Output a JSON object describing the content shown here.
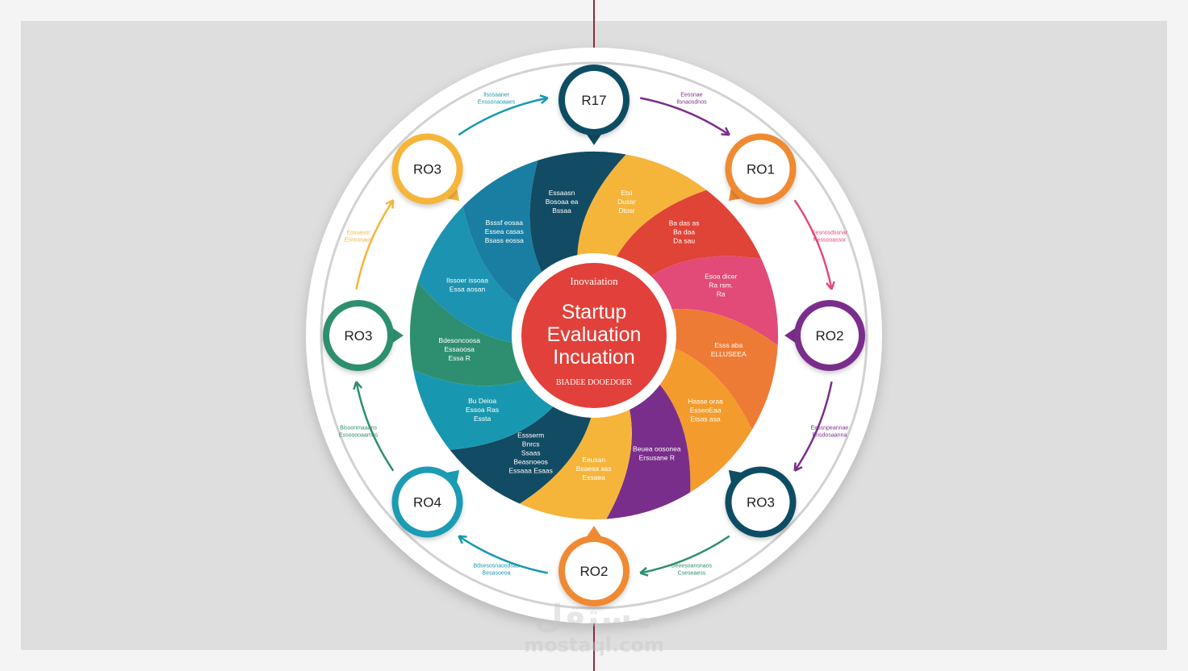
{
  "center": {
    "top_label": "Inovaiation",
    "title_lines": [
      "Startup",
      "Evaluation",
      "Incuation"
    ],
    "bottom_label": "BIADEE DOOEDOER"
  },
  "nodes": [
    {
      "label": "R17",
      "color": "#0f4d63"
    },
    {
      "label": "RO1",
      "color": "#ef8a32"
    },
    {
      "label": "RO2",
      "color": "#7a2e8b"
    },
    {
      "label": "RO3",
      "color": "#0f4d63"
    },
    {
      "label": "RO2",
      "color": "#ef8a32"
    },
    {
      "label": "RO4",
      "color": "#1a9bb4"
    },
    {
      "label": "RO3",
      "color": "#2e8f6f"
    },
    {
      "label": "RO3",
      "color": "#f5b53b"
    }
  ],
  "wedges": [
    {
      "color": "#f5b53b",
      "lines": [
        "Etsi",
        "Dusar",
        "Dtosr"
      ]
    },
    {
      "color": "#e04437",
      "lines": [
        "Ba das as",
        "Ba daa",
        "Da sau"
      ]
    },
    {
      "color": "#e24a78",
      "lines": [
        "Esoa dicer",
        "Ra rsm.",
        "Ra"
      ]
    },
    {
      "color": "#ee7b35",
      "lines": [
        "Esss aba",
        "ELLUSEEA"
      ]
    },
    {
      "color": "#f39c2d",
      "lines": [
        "Hasse oraa",
        "EsseoEaa",
        "Etsas asa"
      ]
    },
    {
      "color": "#7a2e8b",
      "lines": [
        "Beuea oosonea",
        "Ersusane R"
      ]
    },
    {
      "color": "#f5b53b",
      "lines": [
        "Eeusan",
        "Bsaesa ass",
        "Essaea"
      ]
    },
    {
      "color": "#124b64",
      "lines": [
        "Essserm",
        "Bnrcs",
        "Ssaas",
        "Beasnoeos",
        "Essaaa Esaas"
      ]
    },
    {
      "color": "#1898b0",
      "lines": [
        "Bu Deioa",
        "Essoa Ras",
        "Essta"
      ]
    },
    {
      "color": "#2e8f70",
      "lines": [
        "Bdesoncoosa",
        "Essaoosa",
        "Essa R"
      ]
    },
    {
      "color": "#1c93b0",
      "lines": [
        "Ilssoer issoaa",
        "Essa aosan"
      ]
    },
    {
      "color": "#1a7ea3",
      "lines": [
        "Bsssf eosaa",
        "Essea casas",
        "Bsass eossa"
      ]
    },
    {
      "color": "#124b64",
      "lines": [
        "Essaasn",
        "Bosoaa ea",
        "Bssaa"
      ]
    }
  ],
  "arrow_labels": [
    {
      "color": "#7a2e8b",
      "lines": [
        "Eessnae",
        "Ilsnaosdnos"
      ]
    },
    {
      "color": "#e24a78",
      "lines": [
        "Eesnosdssnar",
        "Nessooassor"
      ]
    },
    {
      "color": "#7a2e8b",
      "lines": [
        "Eessnpeannae",
        "Ensdosaanna"
      ]
    },
    {
      "color": "#2e8f70",
      "lines": [
        "Beeesoansnaos",
        "Cseseaess"
      ]
    },
    {
      "color": "#1898b0",
      "lines": [
        "Bdsesosnaosdsaa",
        "Besasoeoa"
      ]
    },
    {
      "color": "#2e8f70",
      "lines": [
        "Bissonmaaans",
        "Essooooaamos"
      ]
    },
    {
      "color": "#f5b53b",
      "lines": [
        "Eossasor",
        "Ennssnaos"
      ]
    },
    {
      "color": "#1898b0",
      "lines": [
        "Ilsssaaner",
        "Enssonaoaaes"
      ]
    }
  ],
  "watermark": {
    "brand": "مستقل",
    "site": "mostaql.com"
  }
}
